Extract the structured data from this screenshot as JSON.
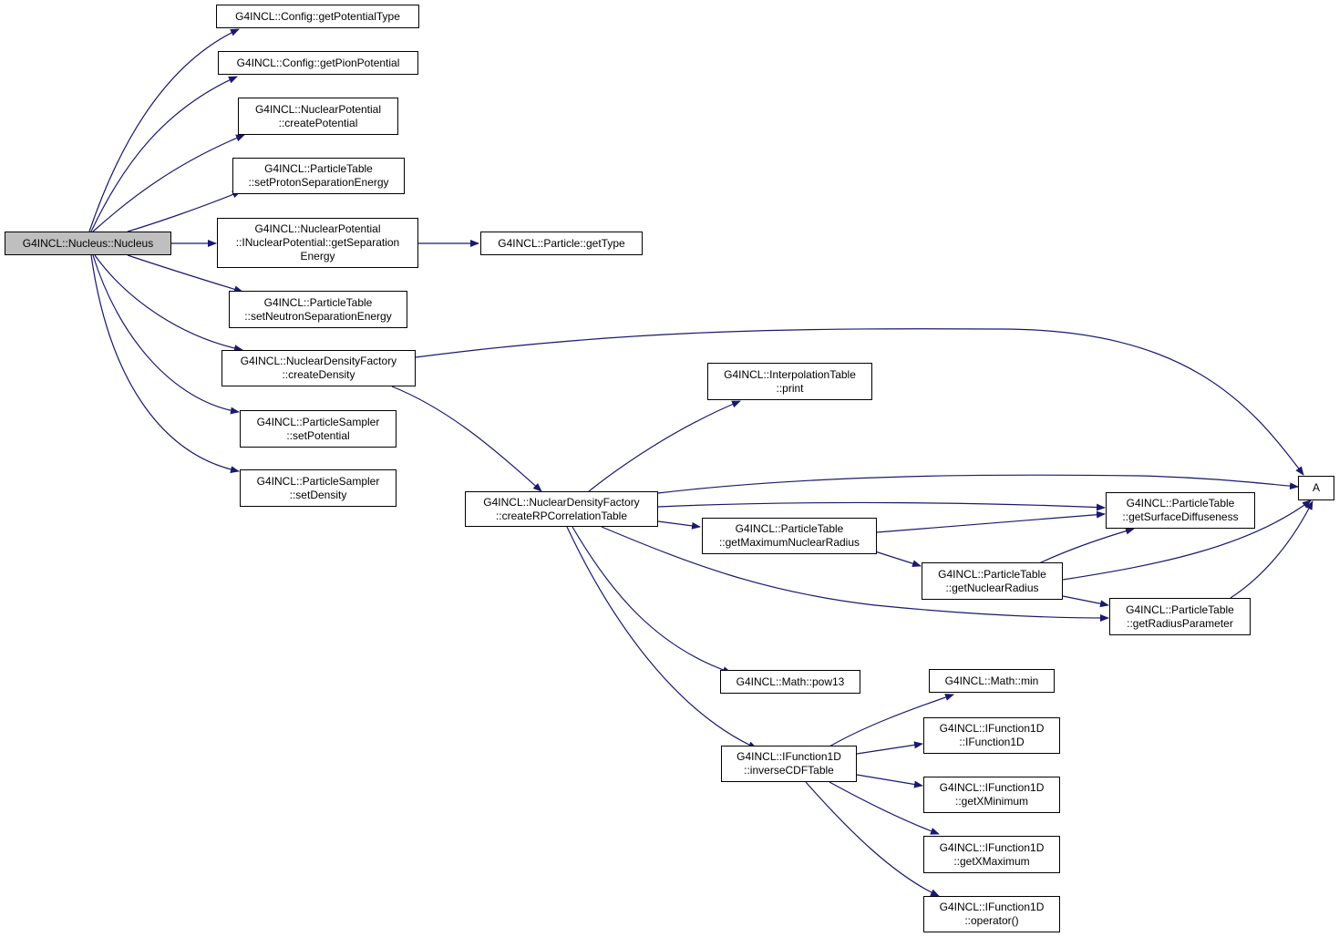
{
  "colors": {
    "edge": "#191970",
    "node_border": "#000000",
    "node_fill": "#ffffff",
    "root_fill": "#bfbfbf"
  },
  "nodes": {
    "root": {
      "lines": [
        "G4INCL::Nucleus::Nucleus"
      ]
    },
    "getPotentialType": {
      "lines": [
        "G4INCL::Config::getPotentialType"
      ]
    },
    "getPionPotential": {
      "lines": [
        "G4INCL::Config::getPionPotential"
      ]
    },
    "createPotential": {
      "lines": [
        "G4INCL::NuclearPotential",
        "::createPotential"
      ]
    },
    "setProtonSep": {
      "lines": [
        "G4INCL::ParticleTable",
        "::setProtonSeparationEnergy"
      ]
    },
    "getSeparation": {
      "lines": [
        "G4INCL::NuclearPotential",
        "::INuclearPotential::getSeparation",
        "Energy"
      ]
    },
    "getType": {
      "lines": [
        "G4INCL::Particle::getType"
      ]
    },
    "setNeutronSep": {
      "lines": [
        "G4INCL::ParticleTable",
        "::setNeutronSeparationEnergy"
      ]
    },
    "createDensity": {
      "lines": [
        "G4INCL::NuclearDensityFactory",
        "::createDensity"
      ]
    },
    "setPotential": {
      "lines": [
        "G4INCL::ParticleSampler",
        "::setPotential"
      ]
    },
    "setDensity": {
      "lines": [
        "G4INCL::ParticleSampler",
        "::setDensity"
      ]
    },
    "A": {
      "lines": [
        "A"
      ]
    },
    "interpPrint": {
      "lines": [
        "G4INCL::InterpolationTable",
        "::print"
      ]
    },
    "createRP": {
      "lines": [
        "G4INCL::NuclearDensityFactory",
        "::createRPCorrelationTable"
      ]
    },
    "getSurface": {
      "lines": [
        "G4INCL::ParticleTable",
        "::getSurfaceDiffuseness"
      ]
    },
    "getMaxRadius": {
      "lines": [
        "G4INCL::ParticleTable",
        "::getMaximumNuclearRadius"
      ]
    },
    "getNucRadius": {
      "lines": [
        "G4INCL::ParticleTable",
        "::getNuclearRadius"
      ]
    },
    "getRadiusParam": {
      "lines": [
        "G4INCL::ParticleTable",
        "::getRadiusParameter"
      ]
    },
    "pow13": {
      "lines": [
        "G4INCL::Math::pow13"
      ]
    },
    "mathMin": {
      "lines": [
        "G4INCL::Math::min"
      ]
    },
    "inverseCDF": {
      "lines": [
        "G4INCL::IFunction1D",
        "::inverseCDFTable"
      ]
    },
    "iFunc": {
      "lines": [
        "G4INCL::IFunction1D",
        "::IFunction1D"
      ]
    },
    "getXMin": {
      "lines": [
        "G4INCL::IFunction1D",
        "::getXMinimum"
      ]
    },
    "getXMax": {
      "lines": [
        "G4INCL::IFunction1D",
        "::getXMaximum"
      ]
    },
    "operator": {
      "lines": [
        "G4INCL::IFunction1D",
        "::operator()"
      ]
    }
  }
}
